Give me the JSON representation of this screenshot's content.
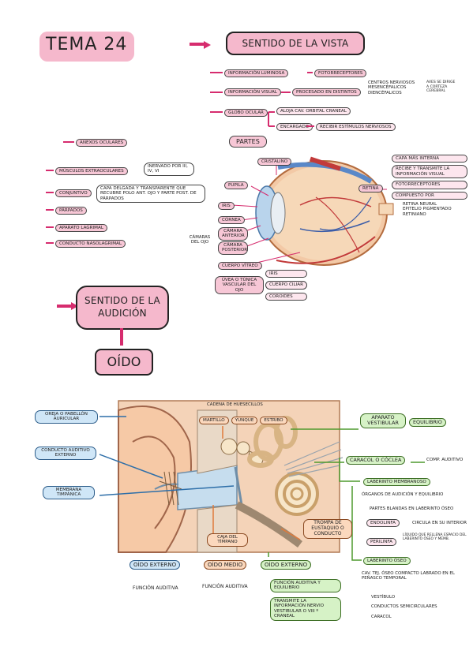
{
  "title": "Tema 24",
  "vision": {
    "header": "Sentido de la vista",
    "info_luminosa": "Información luminosa",
    "fotorreceptores": "Fotorreceptores",
    "info_visual": "Información visual",
    "procesado": "Procesado en distintos",
    "centros": [
      "Centros nerviosos",
      "Mesencéfalicos",
      "Diencéfalicos"
    ],
    "aves": "Aves se dirige a corteza cerebral",
    "globo": "Globo ocular",
    "aloja": "Aloja cav. orbital craneal",
    "encargado": "Encargado",
    "recibir": "Recibir estímulos nerviosos",
    "partes": "Partes",
    "anexos": "Anexos oculares",
    "musculos": "Músculos extraoculares",
    "inervado": "Inervado por III, IV, VI",
    "conjuntivo": "Conjuntivo",
    "capa": "Capa delgada y transparente que recubre polo ant. ojo y parte post. de párpados",
    "parpados": "Párpados",
    "aparato": "Aparato lagrimal",
    "conducto": "Conducto nasolagrimal",
    "cristalino": "Cristalino",
    "pupila": "Pupila",
    "iris": "Iris",
    "cornea": "Córnea",
    "camara_ant": "Cámara anterior",
    "camara_post": "Cámara posterior",
    "camaras": "Cámaras del ojo",
    "retina": "Retina",
    "retina_notes": [
      "Capa más interna",
      "Recibe y transmite la información visual",
      "Fotorreceptores",
      "Compuesto por"
    ],
    "retina_sub": [
      "Retina neural",
      "Epitelio pigmentado retiniano"
    ],
    "cuerpo": "Cuerpo vítreo",
    "uvea": "Úvea o túnica vascular del ojo",
    "uvea_items": [
      "Iris",
      "Cuerpo ciliar",
      "Coroides"
    ]
  },
  "audition": {
    "header": "Sentido de la audición",
    "oido": "Oído",
    "oreja": "Oreja o pabellón auricular",
    "conducto_aud": "Conducto auditivo externo",
    "membrana": "Membrana timpánica",
    "cadena": "Cadena de huesecillos",
    "huesos": [
      "Martillo",
      "Yunque",
      "Estribo"
    ],
    "caja": "Caja del tímpano",
    "trompa": "Trompa de Eustaquio o conducto",
    "externo": "Oído externo",
    "funcion1": "Función auditiva",
    "medio": "Oído medio",
    "funcion2": "Función auditiva",
    "interno": "Oído externo",
    "interno_items": [
      "Función auditiva y equilibrio",
      "Transmite la información nervio vestibular o VIII º craneal"
    ],
    "vestibular": "Aparato vestibular",
    "equilibrio": "Equilibrio",
    "caracol": "Caracol o cóclea",
    "comp": "Comp. auditivo",
    "lab_memb": "Laberinto membranoso",
    "organos": "Órganos de audición y equilibrio",
    "partes_blandas": "Partes blandas en laberinto óseo",
    "endolinfa": "Endolinfa",
    "circula": "Circula en su interior",
    "perilinfa": "Perilinfa",
    "liquido": "Líquido que rellena espacio del laberinto óseo y memb.",
    "lab_oseo": "Laberinto óseo",
    "cav": "Cav. tej. óseo compacto labrado en el peñasco temporal",
    "oseo_items": [
      "Vestíbulo",
      "Conductos semicirculares",
      "Caracol"
    ]
  },
  "colors": {
    "pink": "#d62c6e",
    "blue": "#2d6ea8",
    "green": "#4f9a2e",
    "orange": "#e07a3a"
  }
}
